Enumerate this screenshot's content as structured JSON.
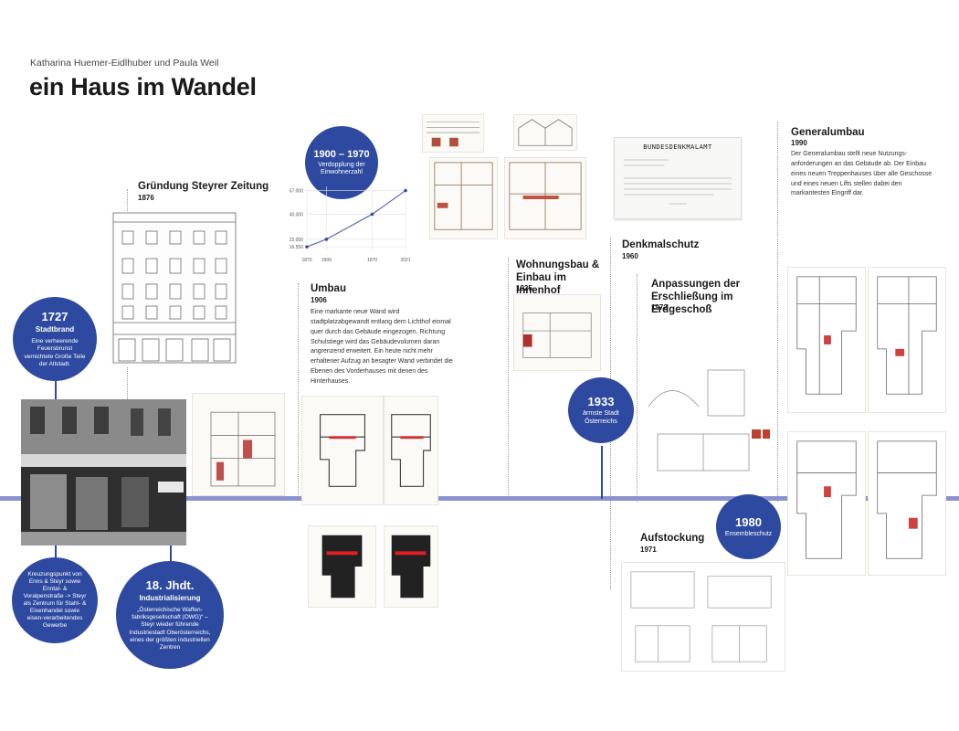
{
  "header": {
    "authors": "Katharina Huemer-Eidlhuber und Paula Weil",
    "title": "ein Haus im Wandel"
  },
  "colors": {
    "accent": "#2e4aa0",
    "timeline": "#8a93cf"
  },
  "events": {
    "stadtbrand": {
      "year": "1727",
      "title": "Stadtbrand",
      "desc": "Eine verheerende Feuersbrunst vernichtete Große Teile der Altstadt."
    },
    "kreuzung": {
      "desc": "Kreuzungspunkt von Enns & Steyr sowie Enntal- & Voralpenstraße -> Steyr als Zentrum für Stahl- & Eisenhandel sowie eisen-verarbeitendes Gewerbe"
    },
    "industrie": {
      "year": "18. Jhdt.",
      "title": "Industrialisierung",
      "desc": "„Österreichische Waffen-fabriksgesellschaft (OWG)“ – Steyr wieder führende Industriestadt Oberösterreichs, eines der größten industriellen Zentren"
    },
    "einwohner": {
      "year": "1900 – 1970",
      "title": "Verdopplung der Einwohnerzahl"
    },
    "aermste": {
      "year": "1933",
      "title": "ärmste Stadt Österreichs"
    },
    "ensemble": {
      "year": "1980",
      "title": "Ensembleschutz"
    }
  },
  "milestones": {
    "gruendung": {
      "title": "Gründung Steyrer Zeitung",
      "year": "1876"
    },
    "umbau": {
      "title": "Umbau",
      "year": "1906",
      "desc": "Eine markante neue Wand wird stadtplatzabgewandt entlang dem Lichthof einmal quer durch das Gebäude eingezogen. Richtung Schulstiege wird das Gebäudevolumen daran angrenzend erweitert. Ein heute nicht mehr erhaltener Aufzug an besagter Wand verbindet die Ebenen des Vorderhauses mit denen des Hinterhauses."
    },
    "wohnungsbau": {
      "title": "Wohnungsbau & Einbau im Innenhof",
      "year": "1925"
    },
    "denkmalschutz": {
      "title": "Denkmalschutz",
      "year": "1960"
    },
    "anpassungen": {
      "title": "Anpassungen der Erschließung im Erdgeschoß",
      "year": "1972"
    },
    "aufstockung": {
      "title": "Aufstockung",
      "year": "1971"
    },
    "generalumbau": {
      "title": "Generalumbau",
      "year": "1990",
      "desc": "Der Generalumbau stellt neue Nutzungs-anforderungen an das Gebäude ab. Der Einbau eines neuen Treppenhauses über alle Geschosse und eines neuen Lifts stellen dabei den markantesten Eingriff dar."
    }
  },
  "doc_texts": {
    "bundesdenkmalamt": "BUNDESDENKMALAMT"
  },
  "chart_data": {
    "type": "line",
    "x": [
      1870,
      1900,
      1970,
      2021
    ],
    "values": [
      16550,
      22000,
      40000,
      57000
    ],
    "categories": [
      "1870",
      "1900",
      "1970",
      "2021"
    ],
    "yticks": [
      "57.000",
      "40.000",
      "22.000",
      "16.550"
    ],
    "ylim": [
      14000,
      60000
    ],
    "grid": true
  }
}
